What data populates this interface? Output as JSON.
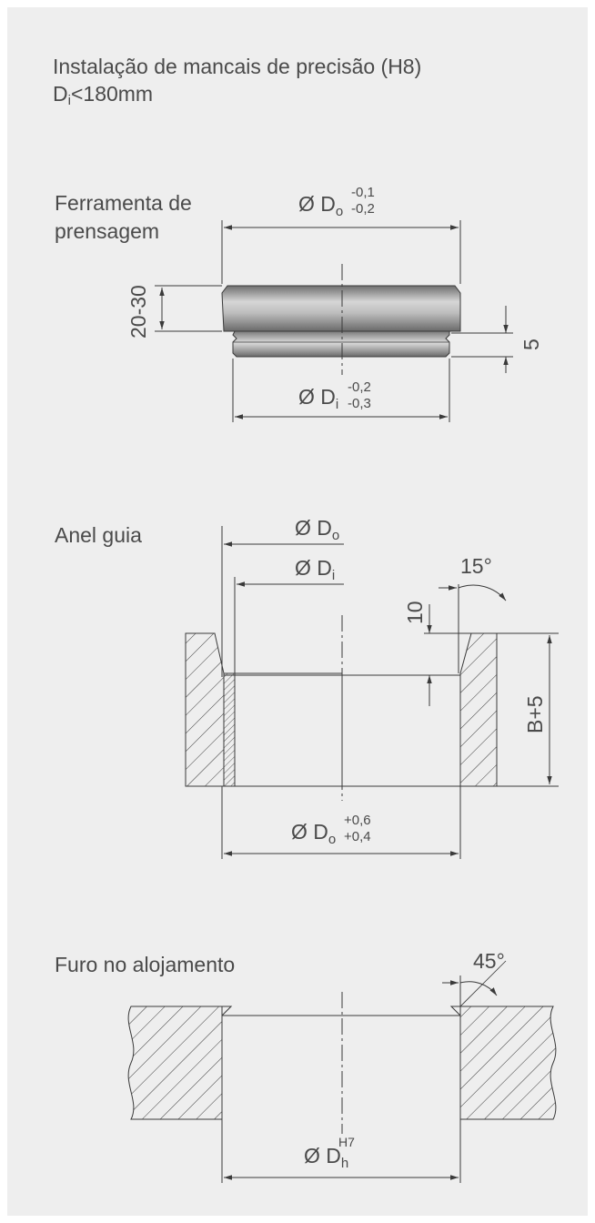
{
  "title": {
    "line1": "Instalação de mancais de precisão (H8)",
    "line2_main": "D",
    "line2_sub": "i",
    "line2_rest": "<180mm"
  },
  "press_tool": {
    "label_line1": "Ferramenta de",
    "label_line2": "prensagem",
    "dim_top_main": "Ø D",
    "dim_top_sub": "o",
    "dim_top_upper": "-0,1",
    "dim_top_lower": "-0,2",
    "dim_height": "20-30",
    "dim_step": "5",
    "dim_bottom_main": "Ø D",
    "dim_bottom_sub": "i",
    "dim_bottom_upper": "-0,2",
    "dim_bottom_lower": "-0,3"
  },
  "guide_ring": {
    "label": "Anel guia",
    "dim_do_main": "Ø D",
    "dim_do_sub": "o",
    "dim_di_main": "Ø D",
    "dim_di_sub": "i",
    "dim_angle": "15°",
    "dim_depth": "10",
    "dim_height": "B+5",
    "dim_bottom_main": "Ø D",
    "dim_bottom_sub": "o",
    "dim_bottom_upper": "+0,6",
    "dim_bottom_lower": "+0,4"
  },
  "housing_bore": {
    "label": "Furo no alojamento",
    "dim_angle": "45°",
    "dim_bottom_main": "Ø D",
    "dim_bottom_sub": "h",
    "dim_bottom_sup": "H7"
  },
  "colors": {
    "panel": "#eeeeee",
    "text": "#4a4a4a",
    "line": "#3a3a3a",
    "tool_dark": "#7a7a7a",
    "tool_light": "#e4e4e4"
  }
}
